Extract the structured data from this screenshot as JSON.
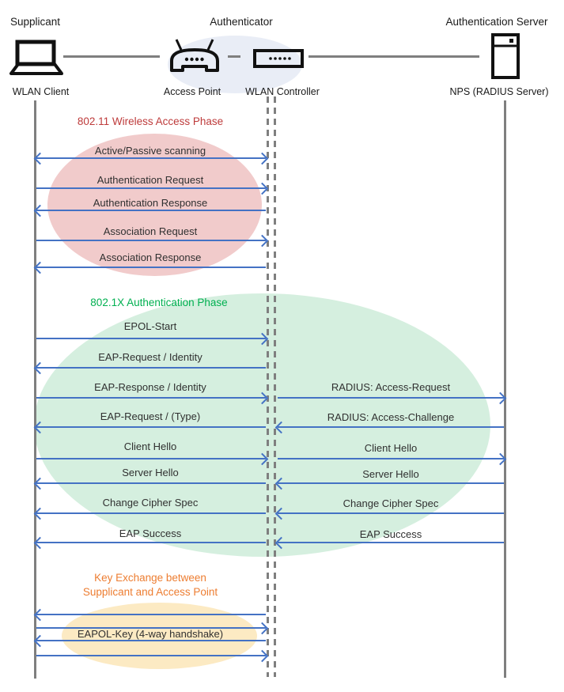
{
  "header": {
    "roles": [
      {
        "label": "Supplicant"
      },
      {
        "label": "Authenticator"
      },
      {
        "label": "Authentication Server"
      }
    ],
    "nodes": [
      {
        "label": "WLAN Client",
        "icon": "laptop-icon"
      },
      {
        "label": "Access Point",
        "icon": "access-point-icon"
      },
      {
        "label": "WLAN Controller",
        "icon": "wlan-controller-icon"
      },
      {
        "label": "NPS (RADIUS Server)",
        "icon": "server-icon"
      }
    ]
  },
  "phases": [
    {
      "title": "802.11 Wireless Access Phase",
      "color": "#BE3B3B",
      "bubble_color": "#F1CBCB"
    },
    {
      "title": "802.1X Authentication Phase",
      "color": "#00B050",
      "bubble_color": "#D5EFDF"
    },
    {
      "title_line1": "Key Exchange between",
      "title_line2": "Supplicant and Access Point",
      "color": "#ED7D31",
      "bubble_color": "#FCEAC3"
    }
  ],
  "messages": [
    {
      "label": "Active/Passive scanning",
      "direction": "both",
      "segment": "client-controller"
    },
    {
      "label": "Authentication Request",
      "direction": "right",
      "segment": "client-controller"
    },
    {
      "label": "Authentication Response",
      "direction": "left",
      "segment": "client-controller"
    },
    {
      "label": "Association Request",
      "direction": "right",
      "segment": "client-controller"
    },
    {
      "label": "Association Response",
      "direction": "left",
      "segment": "client-controller"
    },
    {
      "label": "EPOL-Start",
      "direction": "right",
      "segment": "client-controller"
    },
    {
      "label": "EAP-Request / Identity",
      "direction": "left",
      "segment": "client-controller"
    },
    {
      "label": "EAP-Response / Identity",
      "direction": "right",
      "segment": "client-controller"
    },
    {
      "label": "RADIUS: Access-Request",
      "direction": "right",
      "segment": "controller-server"
    },
    {
      "label": "EAP-Request / (Type)",
      "direction": "left",
      "segment": "client-controller"
    },
    {
      "label": "RADIUS: Access-Challenge",
      "direction": "left",
      "segment": "controller-server"
    },
    {
      "label": "Client Hello",
      "direction": "right",
      "segment": "client-controller"
    },
    {
      "label": "Client Hello",
      "direction": "right",
      "segment": "controller-server"
    },
    {
      "label": "Server Hello",
      "direction": "left",
      "segment": "client-controller"
    },
    {
      "label": "Server Hello",
      "direction": "left",
      "segment": "controller-server"
    },
    {
      "label": "Change Cipher Spec",
      "direction": "left",
      "segment": "client-controller"
    },
    {
      "label": "Change Cipher Spec",
      "direction": "left",
      "segment": "controller-server"
    },
    {
      "label": "EAP Success",
      "direction": "left",
      "segment": "client-controller"
    },
    {
      "label": "EAP Success",
      "direction": "left",
      "segment": "controller-server"
    },
    {
      "label": "",
      "direction": "left",
      "segment": "client-controller"
    },
    {
      "label": "",
      "direction": "right",
      "segment": "client-controller"
    },
    {
      "label": "EAPOL-Key (4-way handshake)",
      "direction": "left",
      "segment": "client-controller"
    },
    {
      "label": "",
      "direction": "right",
      "segment": "client-controller"
    }
  ],
  "colors": {
    "arrow": "#4472C4",
    "lifeline": "#7F7F7F",
    "header_bubble": "#E9EDF6",
    "text": "#303030"
  }
}
